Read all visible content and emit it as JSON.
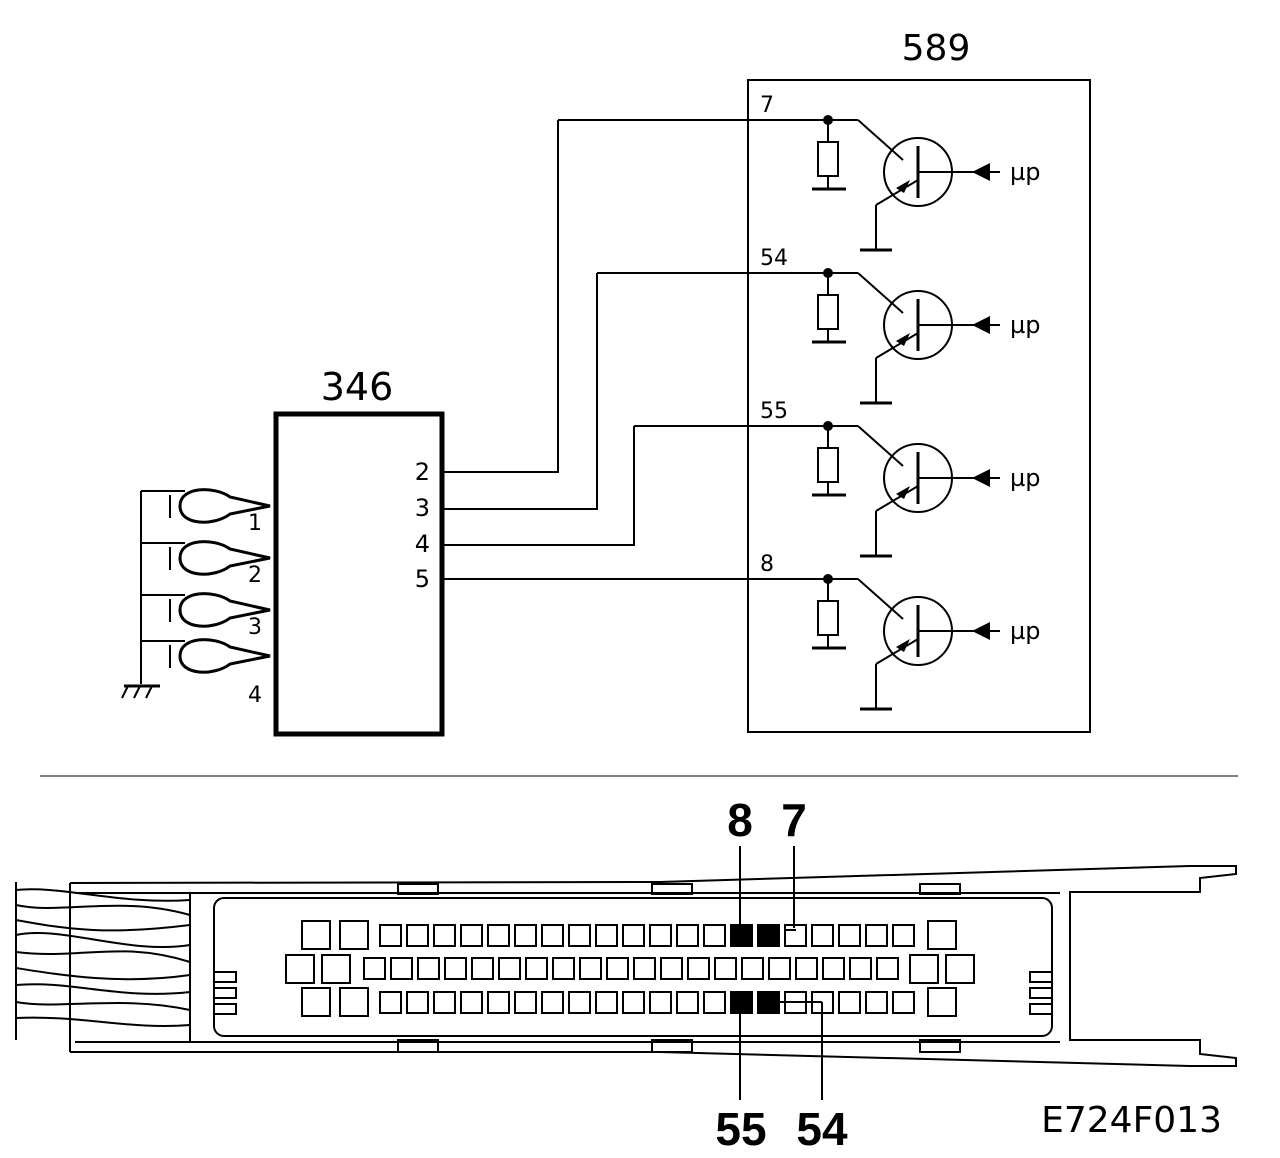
{
  "components": {
    "ecu": {
      "label": "589"
    },
    "sensor": {
      "label": "346"
    }
  },
  "ecu_pins": [
    "7",
    "54",
    "55",
    "8"
  ],
  "ecu_signal_label": "µp",
  "sensor_output_pins": [
    "2",
    "3",
    "4",
    "5"
  ],
  "sensor_coils": [
    "1",
    "2",
    "3",
    "4"
  ],
  "connector_callouts": {
    "top": [
      "8",
      "7"
    ],
    "bottom": [
      "55",
      "54"
    ]
  },
  "figure_code": "E724F013",
  "colors": {
    "line": "#000000",
    "background": "#ffffff"
  }
}
